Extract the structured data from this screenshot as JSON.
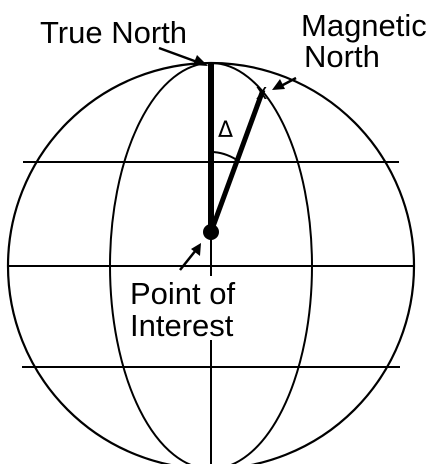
{
  "labels": {
    "true_north": "True North",
    "magnetic_north_line1": "Magnetic",
    "magnetic_north_line2": "North",
    "poi_line1": "Point of",
    "poi_line2": "Interest",
    "angle_symbol": "Δ",
    "magnetic_pole_marker": "x"
  },
  "colors": {
    "ink": "#000000",
    "background": "#ffffff"
  }
}
